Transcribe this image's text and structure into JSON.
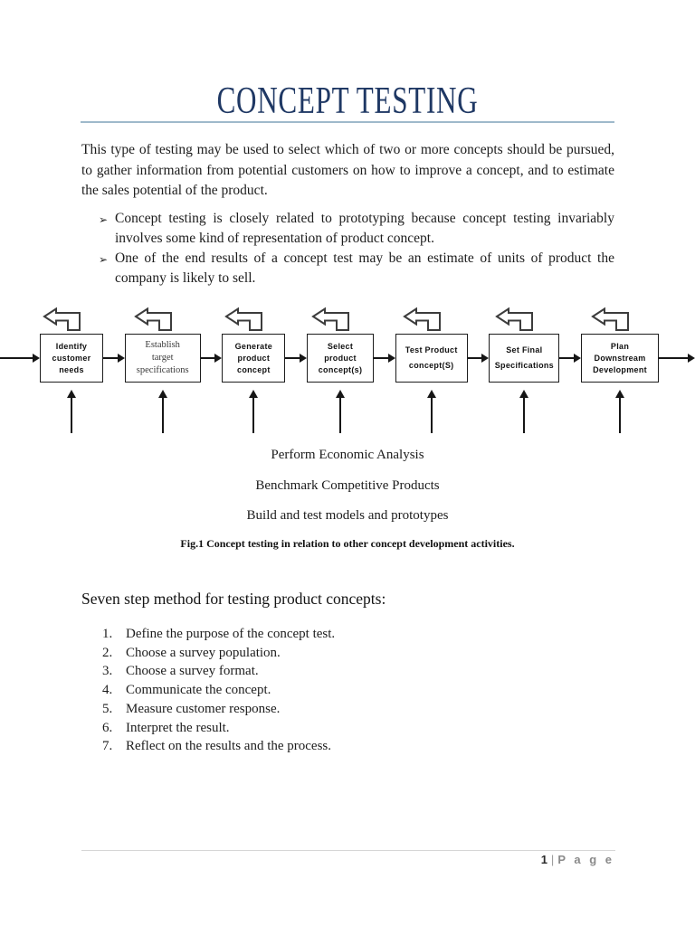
{
  "doc": {
    "title": "CONCEPT TESTING",
    "intro": "This type of testing may be used to select which of two or more concepts should be pursued, to gather information from potential customers on how to improve a concept, and to estimate the sales potential of the product.",
    "bullet_glyph": "➢",
    "bullets": [
      "Concept testing is closely related to prototyping because concept testing invariably involves some kind of representation of product concept.",
      "One of the end results of a concept test may be an estimate of units of product the company is likely to sell."
    ],
    "diagram": {
      "stages": [
        {
          "lines": [
            "Identify",
            "customer",
            "needs"
          ]
        },
        {
          "lines": [
            "Establish",
            "target",
            "specifications"
          ]
        },
        {
          "lines": [
            "Generate",
            "product",
            "concept"
          ]
        },
        {
          "lines": [
            "Select",
            "product",
            "concept(s)"
          ]
        },
        {
          "lines": [
            "Test Product",
            "concept(S)"
          ]
        },
        {
          "lines": [
            "Set Final",
            "Specifications"
          ]
        },
        {
          "lines": [
            "Plan",
            "Downstream",
            "Development"
          ]
        }
      ],
      "activities": [
        "Perform Economic Analysis",
        "Benchmark Competitive Products",
        "Build and test models and prototypes"
      ],
      "caption": "Fig.1 Concept testing in relation to other concept development activities."
    },
    "section_heading": "Seven step method for testing product concepts:",
    "steps": [
      {
        "num": "1.",
        "text": "Define the purpose of the concept test."
      },
      {
        "num": "2.",
        "text": "Choose a survey population."
      },
      {
        "num": "3.",
        "text": "Choose a survey format."
      },
      {
        "num": "4.",
        "text": "Communicate the concept."
      },
      {
        "num": "5.",
        "text": "Measure customer response."
      },
      {
        "num": "6.",
        "text": "Interpret the result."
      },
      {
        "num": "7.",
        "text": "Reflect on the results and the process."
      }
    ],
    "footer": {
      "page_number": "1",
      "separator": "|",
      "label": "P a g e"
    }
  },
  "colors": {
    "title": "#1F3864",
    "title_rule": "#9FB9CB",
    "body_text": "#1C1C1C",
    "diagram_ink": "#161616",
    "footer_gray": "#8A8A8A",
    "footer_rule": "#D6D6D6"
  }
}
